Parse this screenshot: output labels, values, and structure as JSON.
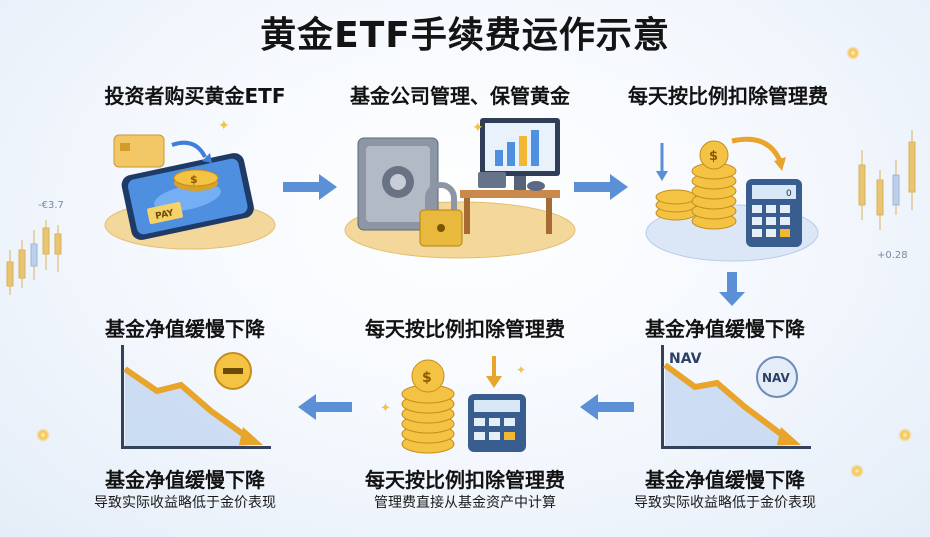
{
  "title": "黄金ETF手续费运作示意",
  "steps": {
    "buy": {
      "label": "投资者购买黄金ETF",
      "card_text": "PAY",
      "icon": "phone-coin-icon"
    },
    "manage": {
      "label": "基金公司管理、保管黄金",
      "icon": "safe-desk-icon"
    },
    "deduct_top": {
      "label": "每天按比例扣除管理费",
      "icon": "coins-calculator-icon",
      "calc_display": "0"
    },
    "nav_right": {
      "label": "基金净值缓慢下降",
      "badge1": "NAV",
      "badge2": "NAV",
      "icon": "nav-decline-chart-icon"
    },
    "deduct_mid": {
      "label": "每天按比例扣除管理费",
      "icon": "coins-calculator-icon"
    },
    "nav_left": {
      "label": "基金净值缓慢下降",
      "icon": "minus-decline-chart-icon"
    }
  },
  "bottom": {
    "left": {
      "title": "基金净值缓慢下降",
      "desc": "导致实际收益略低于金价表现"
    },
    "center": {
      "title": "每天按比例扣除管理费",
      "desc": "管理费直接从基金资产中计算"
    },
    "right": {
      "title": "基金净值缓慢下降",
      "desc": "导致实际收益略低于金价表现"
    }
  },
  "decor": {
    "left_tick": "-€3.7",
    "right_tick": "+0.28"
  },
  "colors": {
    "gold": "#f2b733",
    "blue_arrow": "#5b8fd6",
    "platform": "#f4d79a"
  }
}
